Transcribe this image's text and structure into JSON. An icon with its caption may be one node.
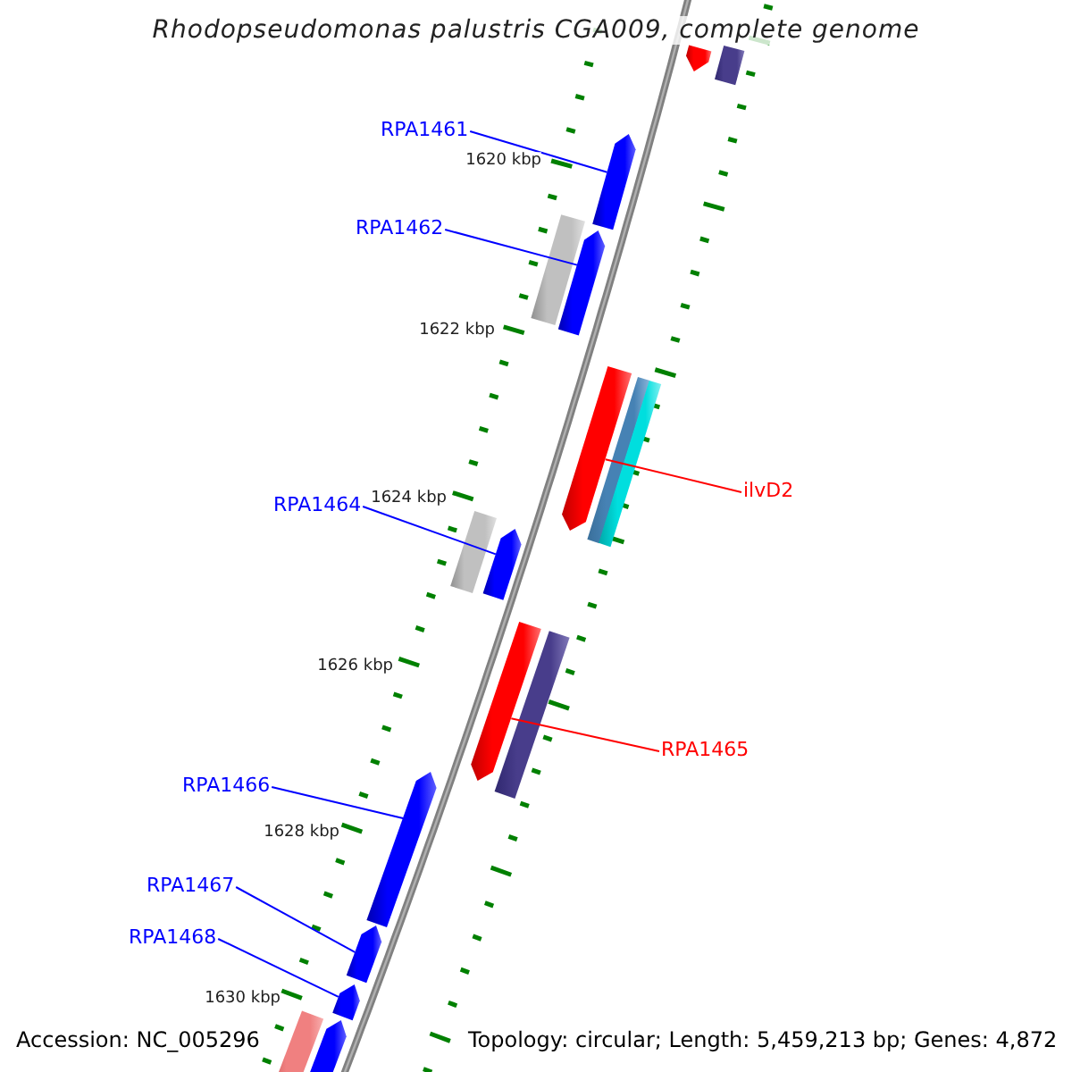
{
  "diagram": {
    "title": "Rhodopseudomonas palustris CGA009, complete genome",
    "nodes": [
      {
        "text": [
          "RPA1461"
        ]
      },
      {
        "text": [
          "RPA1462"
        ]
      },
      {
        "text": [
          "ilvD2"
        ]
      },
      {
        "text": [
          "RPA1464"
        ]
      },
      {
        "text": [
          "RPA1465"
        ]
      },
      {
        "text": [
          "RPA1466"
        ]
      },
      {
        "text": [
          "RPA1467"
        ]
      },
      {
        "text": [
          "RPA1468"
        ]
      },
      {
        "text": [],
        "shape": "bar"
      },
      {
        "text": [],
        "shape": "bar"
      },
      {
        "text": [],
        "shape": "bar"
      },
      {
        "text": [],
        "shape": "bar"
      },
      {
        "text": [],
        "shape": "bar"
      },
      {
        "text": [],
        "shape": "bar"
      },
      {
        "text": [],
        "shape": "bar"
      },
      {
        "text": [],
        "shape": "bar"
      },
      {
        "text": [],
        "shape": "bar"
      },
      {
        "text": [],
        "shape": "bar"
      },
      {
        "text": [],
        "shape": "bar"
      },
      {
        "text": [],
        "shape": "bar"
      },
      {
        "text": [],
        "shape": "bar"
      },
      {
        "text": [],
        "shape": "bar"
      },
      {
        "text": [],
        "shape": "bar"
      },
      {
        "text": [],
        "shape": "bar"
      },
      {
        "text": [],
        "shape": "bar"
      }
    ],
    "edges": [
      {
        "from": 0,
        "to": 8,
        "arrow": "none"
      },
      {
        "from": 1,
        "to": 9,
        "arrow": "none"
      },
      {
        "from": 2,
        "to": 10,
        "arrow": "none",
        "color": "#ff0000"
      },
      {
        "from": 3,
        "to": 11,
        "arrow": "none"
      },
      {
        "from": 4,
        "to": 12,
        "arrow": "none",
        "color": "#ff0000"
      },
      {
        "from": 5,
        "to": 13,
        "arrow": "none"
      },
      {
        "from": 6,
        "to": 14,
        "arrow": "none"
      },
      {
        "from": 7,
        "to": 15,
        "arrow": "none"
      }
    ],
    "labels": [
      "1620 kbp",
      "1622 kbp",
      "1624 kbp",
      "1626 kbp",
      "1628 kbp",
      "1630 kbp",
      "Accession: NC_005296",
      "Topology: circular; Length: 5,459,213 bp; Genes: 4,872"
    ]
  }
}
